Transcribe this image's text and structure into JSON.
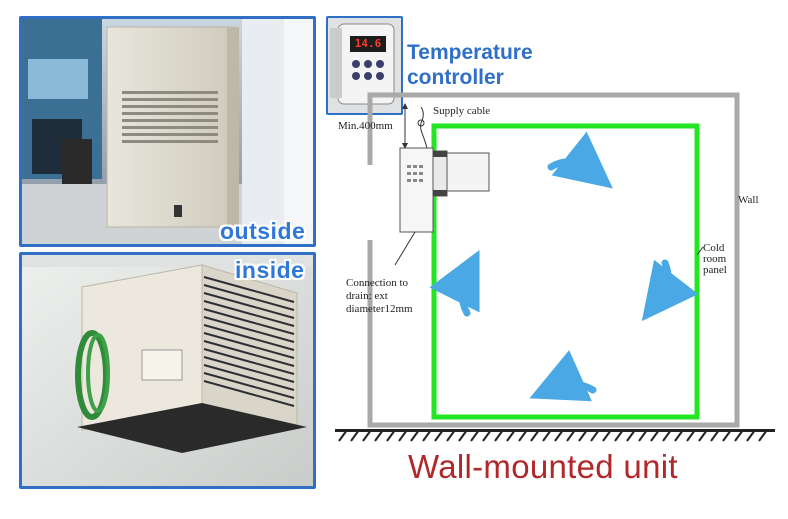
{
  "photos": {
    "outside_caption": "outside",
    "inside_caption": "inside",
    "controller_display": "14.6"
  },
  "diagram": {
    "temperature_controller": "Temperature controller",
    "supply_cable": "Supply cable",
    "min_distance": "Min.400mm",
    "wall": "Wall",
    "cold_room_panel_line1": "Cold",
    "cold_room_panel_line2": "room",
    "cold_room_panel_line3": "panel",
    "connection_line1": "Connection to",
    "connection_line2": "drain: ext",
    "connection_line3": "diameter12mm"
  },
  "title": "Wall-mounted unit",
  "colors": {
    "frame_blue": "#2f6fc6",
    "panel_green": "#22e622",
    "title_red": "#b0282a",
    "arrow_blue": "#4aa9e4"
  }
}
